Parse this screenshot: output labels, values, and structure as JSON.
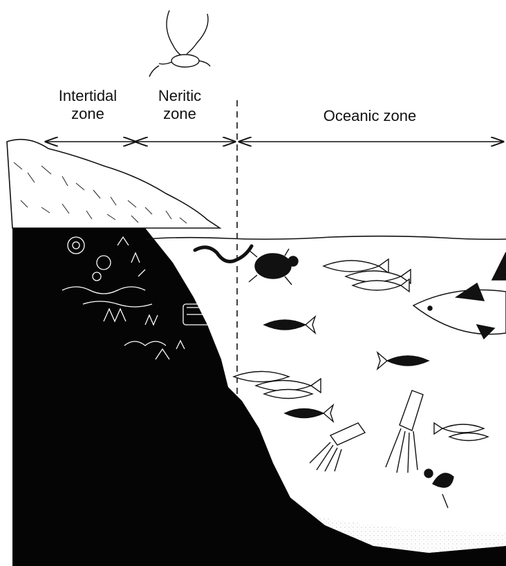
{
  "zones": {
    "intertidal": {
      "line1": "Intertidal",
      "line2": "zone"
    },
    "neritic": {
      "line1": "Neritic",
      "line2": "zone"
    },
    "oceanic": {
      "label": "Oceanic zone"
    }
  },
  "colors": {
    "land": "#050505",
    "ink": "#111111",
    "water": "#ffffff",
    "sand": "#9a9a9a"
  }
}
